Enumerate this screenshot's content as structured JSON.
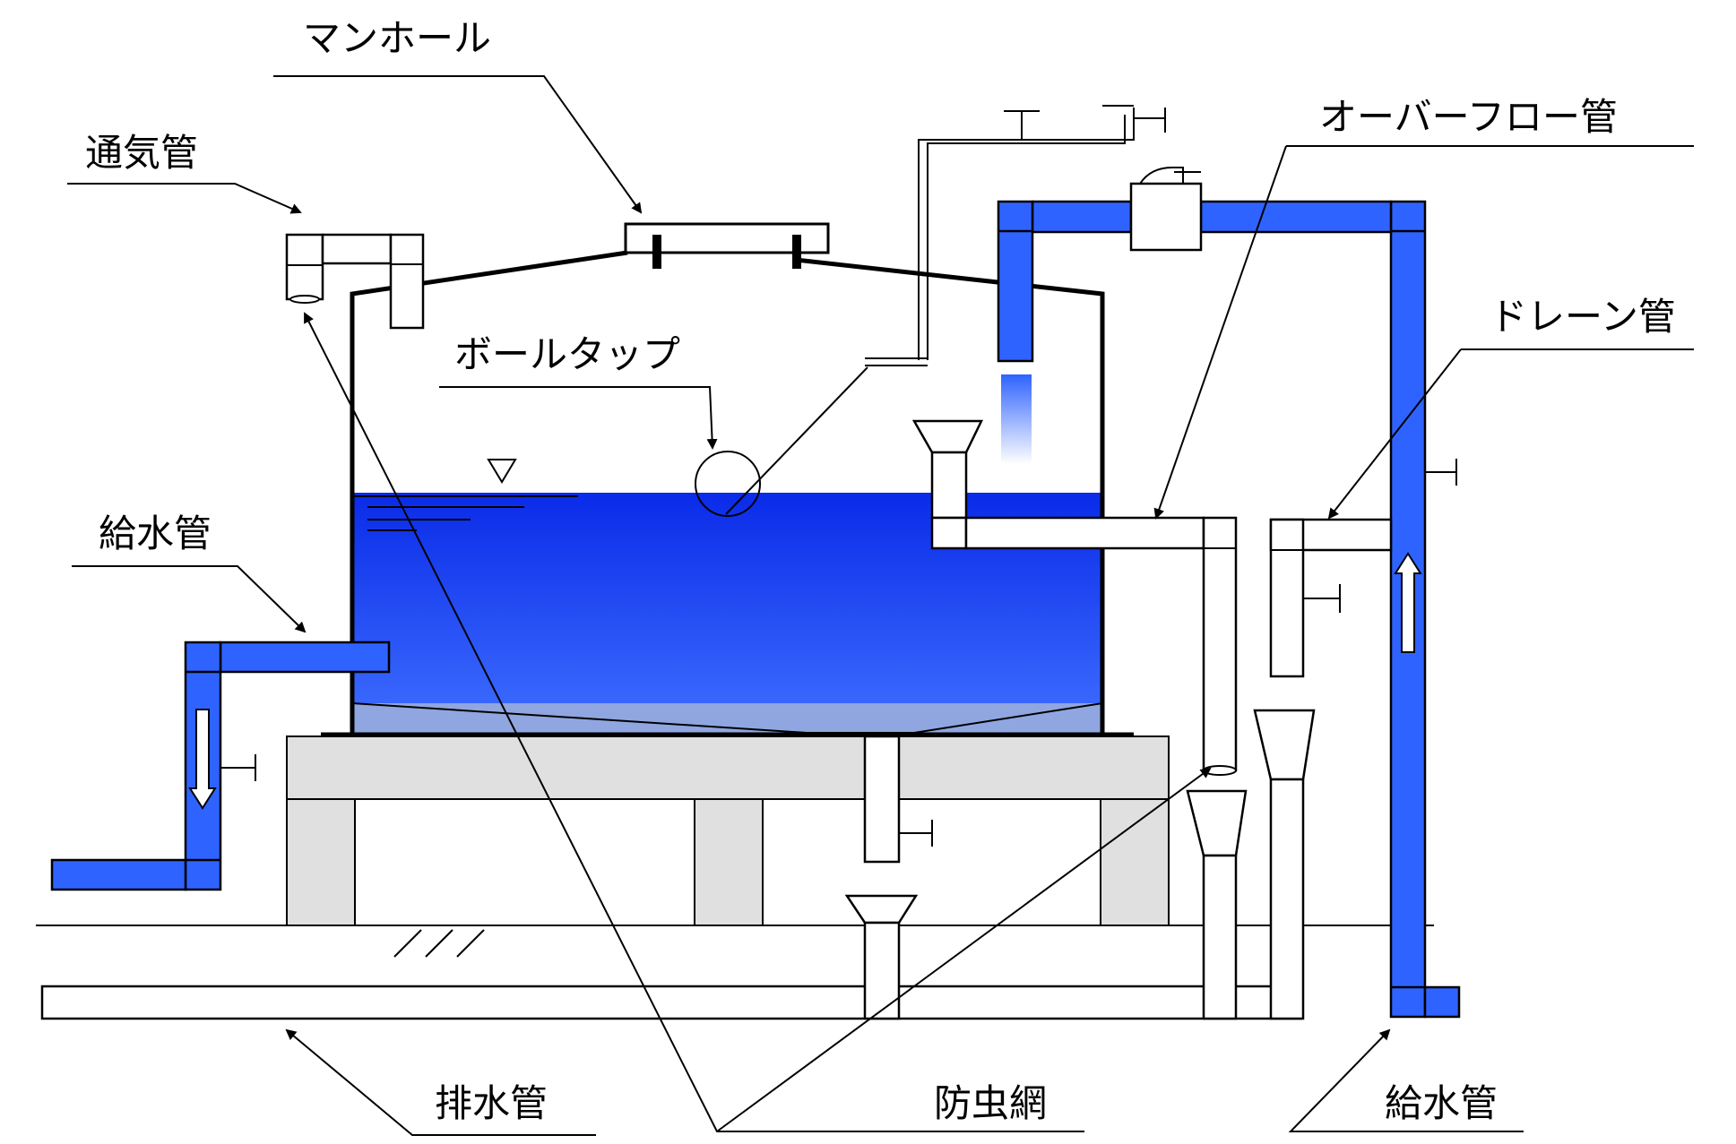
{
  "labels": {
    "manhole": "マンホール",
    "vent_pipe": "通気管",
    "overflow_pipe": "オーバーフロー管",
    "drain_pipe": "ドレーン管",
    "ball_tap": "ボールタップ",
    "supply_pipe_left": "給水管",
    "drain_main": "排水管",
    "insect_screen": "防虫網",
    "supply_pipe_right": "給水管"
  },
  "colors": {
    "water": "#2f63ff",
    "pipe_blue": "#2f63ff",
    "concrete": "#e0e0e0",
    "sediment": "#8fa6e0"
  },
  "icons": {
    "water_level": "water-level-triangle-icon",
    "flow_down": "flow-arrow-down-icon",
    "flow_up": "flow-arrow-up-icon"
  }
}
